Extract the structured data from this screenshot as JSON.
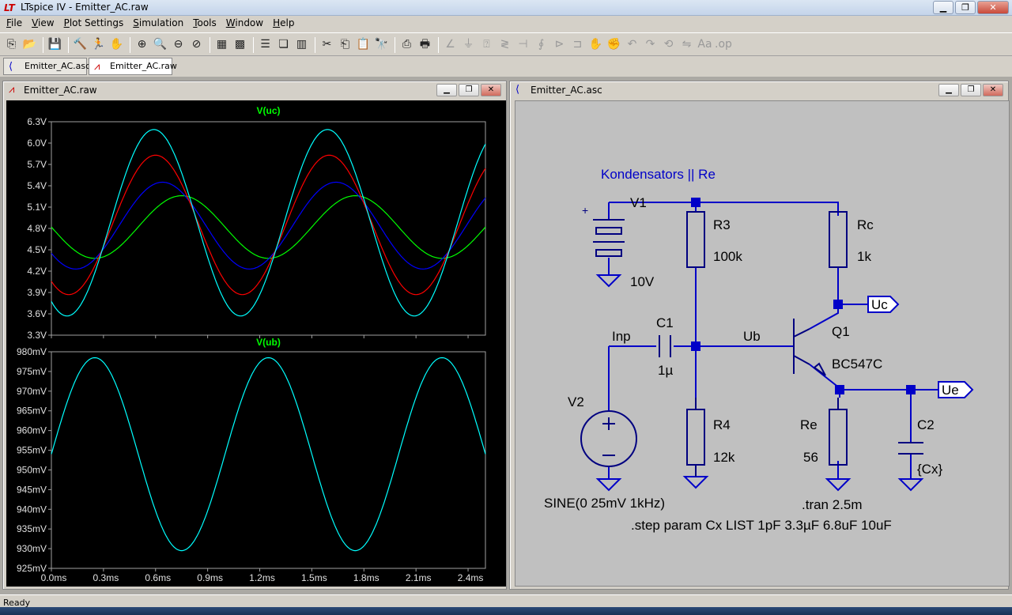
{
  "window": {
    "title": "LTspice IV - Emitter_AC.raw"
  },
  "menu": [
    "File",
    "View",
    "Plot Settings",
    "Simulation",
    "Tools",
    "Window",
    "Help"
  ],
  "menu_underline": [
    "F",
    "V",
    "P",
    "S",
    "T",
    "W",
    "H"
  ],
  "tabs": [
    {
      "label": "Emitter_AC.asc",
      "active": false
    },
    {
      "label": "Emitter_AC.raw",
      "active": true
    }
  ],
  "plot_window": {
    "title": "Emitter_AC.raw"
  },
  "schematic_window": {
    "title": "Emitter_AC.asc"
  },
  "status": {
    "text": "Ready"
  },
  "colors": {
    "series": [
      "#00ff00",
      "#0000ff",
      "#ff0000",
      "#00ffff"
    ],
    "trace_label": "#00ff00",
    "wire": "#0000c8",
    "schem_text": "#000000",
    "comment": "#0000c8"
  },
  "chart_data": [
    {
      "type": "line",
      "title": "V(uc)",
      "xlabel": "",
      "ylabel": "",
      "x_ticks": [
        "0.0ms",
        "0.3ms",
        "0.6ms",
        "0.9ms",
        "1.2ms",
        "1.5ms",
        "1.8ms",
        "2.1ms",
        "2.4ms"
      ],
      "y_ticks": [
        "6.3V",
        "6.0V",
        "5.7V",
        "5.4V",
        "5.1V",
        "4.8V",
        "4.5V",
        "4.2V",
        "3.9V",
        "3.6V",
        "3.3V"
      ],
      "xlim_ms": [
        0,
        2.5
      ],
      "ylim": [
        3.3,
        6.3
      ],
      "grid": false,
      "series_params": [
        {
          "offset": 4.82,
          "amplitude": 0.44,
          "peak_ms": 0.75
        },
        {
          "offset": 4.84,
          "amplitude": 0.61,
          "peak_ms": 0.64
        },
        {
          "offset": 4.85,
          "amplitude": 0.98,
          "peak_ms": 0.6
        },
        {
          "offset": 4.88,
          "amplitude": 1.31,
          "peak_ms": 0.59
        }
      ],
      "freq_khz": 1
    },
    {
      "type": "line",
      "title": "V(ub)",
      "xlabel": "",
      "ylabel": "",
      "x_ticks": [
        "0.0ms",
        "0.3ms",
        "0.6ms",
        "0.9ms",
        "1.2ms",
        "1.5ms",
        "1.8ms",
        "2.1ms",
        "2.4ms"
      ],
      "y_ticks": [
        "980mV",
        "975mV",
        "970mV",
        "965mV",
        "960mV",
        "955mV",
        "950mV",
        "945mV",
        "940mV",
        "935mV",
        "930mV",
        "925mV"
      ],
      "xlim_ms": [
        0,
        2.5
      ],
      "ylim": [
        925,
        980
      ],
      "grid": false,
      "series_params": [
        {
          "offset": 954,
          "amplitude": 24.5,
          "peak_ms": 0.25
        }
      ],
      "freq_khz": 1
    }
  ],
  "schematic": {
    "title_comment": "Kondensators || Re",
    "v1_name": "V1",
    "v1_value": "10V",
    "r3_name": "R3",
    "r3_value": "100k",
    "rc_name": "Rc",
    "rc_value": "1k",
    "q1_name": "Q1",
    "q1_value": "BC547C",
    "c1_name": "C1",
    "c1_value": "1µ",
    "r4_name": "R4",
    "r4_value": "12k",
    "re_name": "Re",
    "re_value": "56",
    "c2_name": "C2",
    "c2_value": "{Cx}",
    "v2_name": "V2",
    "v2_value": "SINE(0 25mV 1kHz)",
    "label_inp": "Inp",
    "label_ub": "Ub",
    "port_uc": "Uc",
    "port_ue": "Ue",
    "tran": ".tran 2.5m",
    "step": ".step param Cx LIST 1pF  3.3µF 6.8uF 10uF"
  }
}
